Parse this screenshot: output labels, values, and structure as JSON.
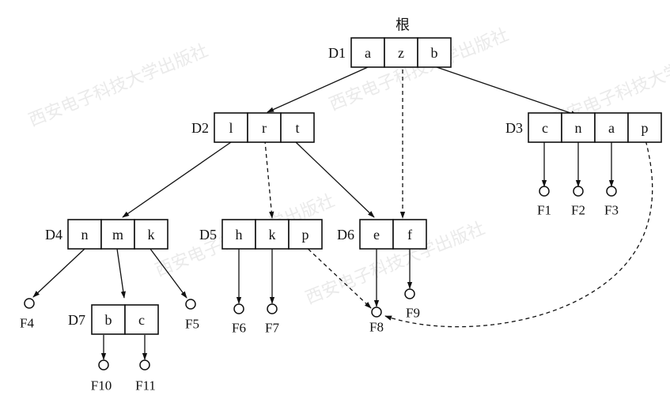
{
  "diagram": {
    "root_label": "根",
    "nodes": [
      {
        "id": "D1",
        "cells": [
          "a",
          "z",
          "b"
        ]
      },
      {
        "id": "D2",
        "cells": [
          "l",
          "r",
          "t"
        ]
      },
      {
        "id": "D3",
        "cells": [
          "c",
          "n",
          "a",
          "p"
        ]
      },
      {
        "id": "D4",
        "cells": [
          "n",
          "m",
          "k"
        ]
      },
      {
        "id": "D5",
        "cells": [
          "h",
          "k",
          "p"
        ]
      },
      {
        "id": "D6",
        "cells": [
          "e",
          "f"
        ]
      },
      {
        "id": "D7",
        "cells": [
          "b",
          "c"
        ]
      }
    ],
    "leaves": [
      "F1",
      "F2",
      "F3",
      "F4",
      "F5",
      "F6",
      "F7",
      "F8",
      "F9",
      "F10",
      "F11"
    ],
    "watermark": "西安电子科技大学出版社"
  },
  "colors": {
    "line": "#111111",
    "background": "#ffffff",
    "watermark": "#d9d9d9"
  }
}
